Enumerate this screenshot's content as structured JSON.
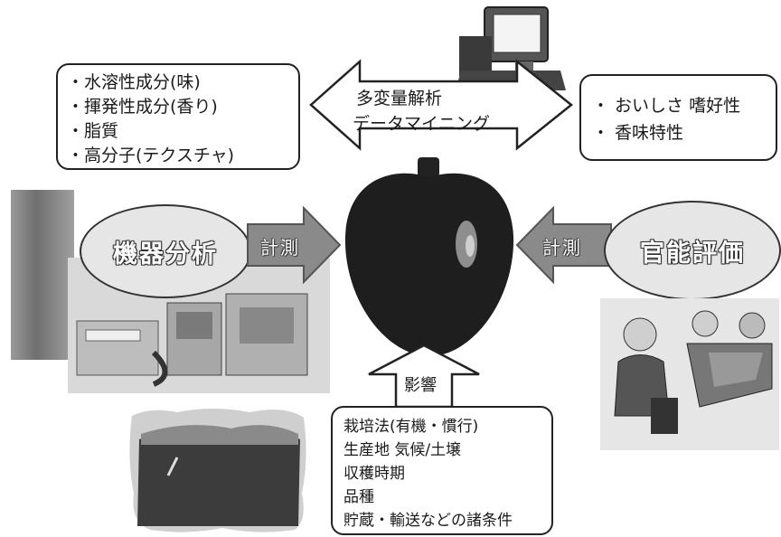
{
  "components": {
    "items": [
      "・水溶性成分(味)",
      "・揮発性成分(香り)",
      "・脂質",
      "・高分子(テクスチャ)"
    ]
  },
  "analysis": {
    "line1": "多変量解析",
    "line2": "データマイニング"
  },
  "sensory_attributes": {
    "items": [
      "・ おいしさ  嗜好性",
      "・ 香味特性"
    ]
  },
  "instrument_analysis": {
    "label": "機器分析"
  },
  "measure_left": {
    "label": "計測"
  },
  "measure_right": {
    "label": "計測"
  },
  "sensory_evaluation": {
    "label": "官能評価"
  },
  "influence": {
    "label": "影響"
  },
  "factors": {
    "items": [
      "栽培法(有機・慣行)",
      "生産地  気候/土壌",
      "収穫時期",
      "品種",
      "貯蔵・輸送などの諸条件"
    ]
  },
  "colors": {
    "arrow_fill": "#8a8a8a",
    "apple_dark": "#1e1e1e",
    "ellipse_fill": "#e4e4e4"
  }
}
